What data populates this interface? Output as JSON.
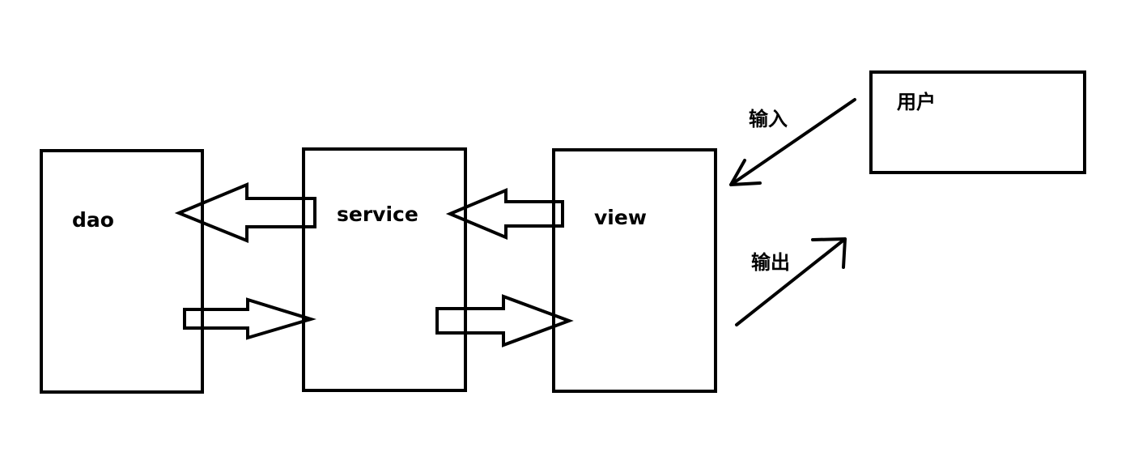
{
  "diagram": {
    "nodes": {
      "dao": "dao",
      "service": "service",
      "view": "view",
      "user": "用户"
    },
    "edges": {
      "input": "输入",
      "output": "输出"
    },
    "stroke_color": "#000000",
    "background_color": "#ffffff"
  }
}
